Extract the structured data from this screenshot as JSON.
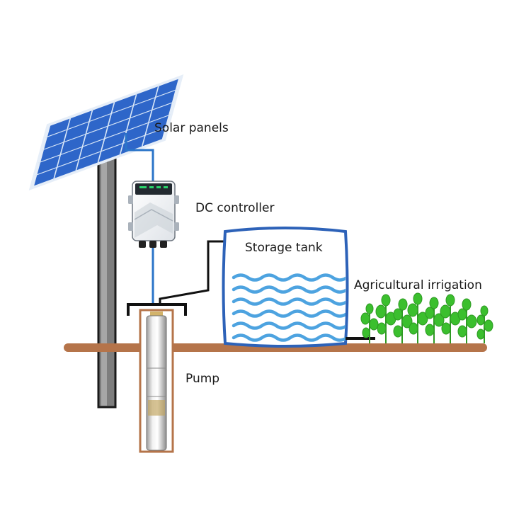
{
  "labels": {
    "solar_panels": "Solar panels",
    "dc_controller": "DC controller",
    "storage_tank": "Storage tank",
    "agricultural_irrigation": "Agricultural irrigation",
    "pump": "Pump"
  },
  "colors": {
    "ground": "#b5744a",
    "wire": "#2a74c8",
    "panel": "#2e66c9",
    "pole": "#8a8a8a",
    "water": "#4da3e0",
    "tank_outline": "#2d62b8",
    "plant": "#3bbf2e",
    "pipe": "#111111"
  }
}
